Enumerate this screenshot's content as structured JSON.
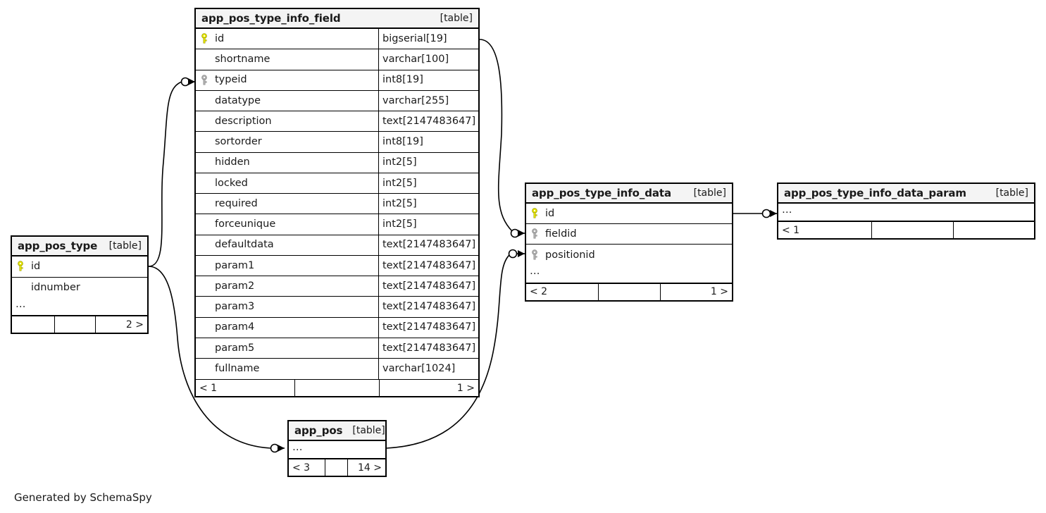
{
  "diagram": {
    "type": "entity-relationship-diagram",
    "credit": "Generated by SchemaSpy",
    "kind_label": "[table]",
    "ellipsis": "…",
    "colors": {
      "primary_key_icon": "#e8e800",
      "foreign_key_icon": "#b0b0b0",
      "header_background": "#f4f4f4",
      "border": "#000000",
      "background": "#ffffff"
    }
  },
  "tables": {
    "app_pos_type_info_field": {
      "name": "app_pos_type_info_field",
      "kind": "[table]",
      "columns": [
        {
          "name": "id",
          "type": "bigserial[19]",
          "key": "primary"
        },
        {
          "name": "shortname",
          "type": "varchar[100]",
          "key": "none"
        },
        {
          "name": "typeid",
          "type": "int8[19]",
          "key": "foreign"
        },
        {
          "name": "datatype",
          "type": "varchar[255]",
          "key": "none"
        },
        {
          "name": "description",
          "type": "text[2147483647]",
          "key": "none"
        },
        {
          "name": "sortorder",
          "type": "int8[19]",
          "key": "none"
        },
        {
          "name": "hidden",
          "type": "int2[5]",
          "key": "none"
        },
        {
          "name": "locked",
          "type": "int2[5]",
          "key": "none"
        },
        {
          "name": "required",
          "type": "int2[5]",
          "key": "none"
        },
        {
          "name": "forceunique",
          "type": "int2[5]",
          "key": "none"
        },
        {
          "name": "defaultdata",
          "type": "text[2147483647]",
          "key": "none"
        },
        {
          "name": "param1",
          "type": "text[2147483647]",
          "key": "none"
        },
        {
          "name": "param2",
          "type": "text[2147483647]",
          "key": "none"
        },
        {
          "name": "param3",
          "type": "text[2147483647]",
          "key": "none"
        },
        {
          "name": "param4",
          "type": "text[2147483647]",
          "key": "none"
        },
        {
          "name": "param5",
          "type": "text[2147483647]",
          "key": "none"
        },
        {
          "name": "fullname",
          "type": "varchar[1024]",
          "key": "none"
        }
      ],
      "has_ellipsis_row": false,
      "footer": {
        "left": "< 1",
        "middle": "",
        "right": "1 >"
      }
    },
    "app_pos_type": {
      "name": "app_pos_type",
      "kind": "[table]",
      "columns": [
        {
          "name": "id",
          "type": "",
          "key": "primary"
        },
        {
          "name": "idnumber",
          "type": "",
          "key": "none"
        }
      ],
      "has_ellipsis_row": true,
      "footer": {
        "left": "",
        "middle": "",
        "right": "2 >"
      }
    },
    "app_pos_type_info_data": {
      "name": "app_pos_type_info_data",
      "kind": "[table]",
      "columns": [
        {
          "name": "id",
          "type": "",
          "key": "primary"
        },
        {
          "name": "fieldid",
          "type": "",
          "key": "foreign"
        },
        {
          "name": "positionid",
          "type": "",
          "key": "foreign"
        }
      ],
      "has_ellipsis_row": true,
      "footer": {
        "left": "< 2",
        "middle": "",
        "right": "1 >"
      }
    },
    "app_pos_type_info_data_param": {
      "name": "app_pos_type_info_data_param",
      "kind": "[table]",
      "columns": [],
      "has_ellipsis_row": true,
      "footer": {
        "left": "< 1",
        "middle": "",
        "right": ""
      }
    },
    "app_pos": {
      "name": "app_pos",
      "kind": "[table]",
      "columns": [],
      "has_ellipsis_row": true,
      "footer": {
        "left": "< 3",
        "middle": "",
        "right": "14 >"
      }
    }
  },
  "relationships": [
    {
      "from": "app_pos_type.id",
      "to": "app_pos_type_info_field.typeid"
    },
    {
      "from": "app_pos_type.id",
      "to": "app_pos.…"
    },
    {
      "from": "app_pos_type_info_field.id",
      "to": "app_pos_type_info_data.fieldid"
    },
    {
      "from": "app_pos.…",
      "to": "app_pos_type_info_data.positionid"
    },
    {
      "from": "app_pos_type_info_data.id",
      "to": "app_pos_type_info_data_param.…"
    }
  ]
}
